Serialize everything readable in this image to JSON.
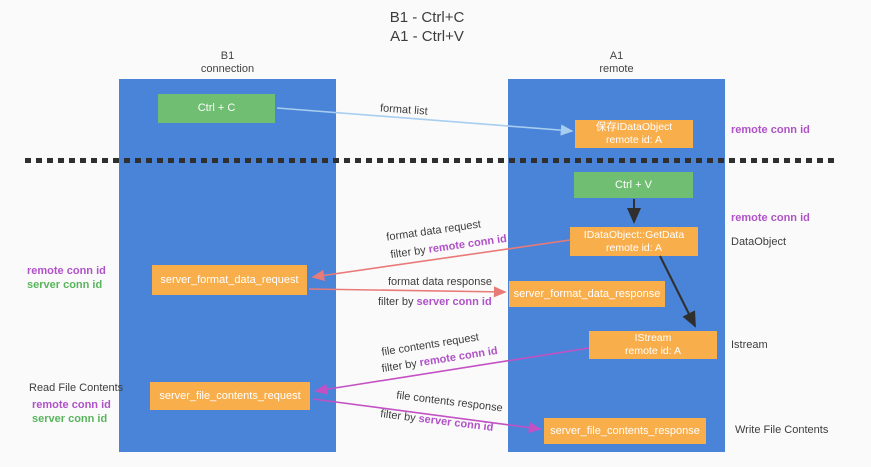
{
  "title": {
    "line1": "B1 - Ctrl+C",
    "line2": "A1 - Ctrl+V"
  },
  "lanes": {
    "left": {
      "name": "B1",
      "role": "connection"
    },
    "right": {
      "name": "A1",
      "role": "remote"
    }
  },
  "boxes": {
    "ctrl_c": {
      "label": "Ctrl + C"
    },
    "ctrl_v": {
      "label": "Ctrl + V"
    },
    "save_idataobject": {
      "line1": "保存IDataObject",
      "line2": "remote id: A"
    },
    "idataobject_getdata": {
      "line1": "IDataObject::GetData",
      "line2": "remote id: A"
    },
    "istream": {
      "line1": "IStream",
      "line2": "remote id: A"
    },
    "server_format_data_request": {
      "label": "server_format_data_request"
    },
    "server_format_data_response": {
      "label": "server_format_data_response"
    },
    "server_file_contents_request": {
      "label": "server_file_contents_request"
    },
    "server_file_contents_response": {
      "label": "server_file_contents_response"
    }
  },
  "flow_labels": {
    "format_list": "format list",
    "format_data_request": "format data request",
    "format_data_response": "format data response",
    "file_contents_request": "file contents request",
    "file_contents_response": "file contents response",
    "filter_by_prefix": "filter by",
    "remote_conn_id": "remote conn id",
    "server_conn_id": "server conn id"
  },
  "side_labels": {
    "top_right_remote_conn_id": "remote conn id",
    "mid_right_remote_conn_id": "remote conn id",
    "dataobject": "DataObject",
    "istream": "Istream",
    "write_file_contents": "Write File Contents",
    "read_file_contents": "Read File Contents",
    "left_remote_conn_id": "remote conn id",
    "left_server_conn_id": "server conn id",
    "bottom_left_remote_conn_id": "remote conn id",
    "bottom_left_server_conn_id": "server conn id"
  },
  "colors": {
    "column_blue": "#4a84d8",
    "box_orange": "#f9ae4c",
    "box_green": "#6fbe72",
    "arrow_lightblue": "#a7cdf0",
    "arrow_salmon": "#e87a78",
    "arrow_magenta": "#c351c3",
    "arrow_black": "#2f2f2f",
    "label_purple": "#b052c8",
    "label_green": "#58b55c",
    "text_dark": "#3d3d3d",
    "bg": "#fafafa"
  }
}
